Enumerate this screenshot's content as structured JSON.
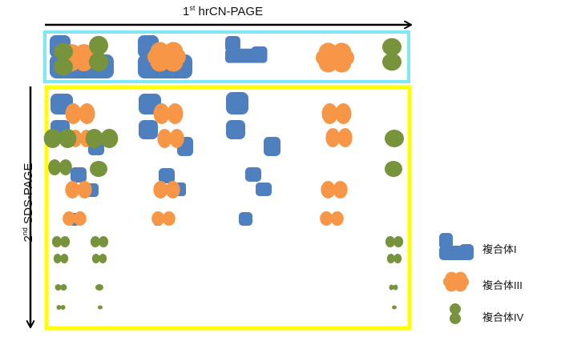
{
  "diagram": {
    "title_top": {
      "main": "1",
      "sup": "st",
      "rest": " hrCN-PAGE"
    },
    "title_left": {
      "main": "2",
      "sup": "nd",
      "rest": " SDS-PAGE"
    },
    "first_dimension_label": "1st hrCN-PAGE",
    "second_dimension_label": "2nd SDS-PAGE",
    "frames": {
      "first_dimension_frame_color": "#7ee8f5",
      "second_dimension_frame_color": "#ffff00"
    },
    "legend": [
      {
        "key": "complex-i",
        "label": "複合体I",
        "color": "#4e7fbf",
        "shape": "L-block"
      },
      {
        "key": "complex-iii",
        "label": "複合体III",
        "color": "#f79646",
        "shape": "four-lobe"
      },
      {
        "key": "complex-iv",
        "label": "複合体IV",
        "color": "#77933c",
        "shape": "double-dot"
      }
    ],
    "colors": {
      "complex_i": "#4e7fbf",
      "complex_iii": "#f79646",
      "complex_iv": "#77933c",
      "arrow": "#000000"
    },
    "lanes_first_dimension": [
      {
        "name": "supercomplex-I-III-IV",
        "contains": [
          "complex-i",
          "complex-iii",
          "complex-iv"
        ]
      },
      {
        "name": "supercomplex-I-III",
        "contains": [
          "complex-i",
          "complex-iii"
        ]
      },
      {
        "name": "complex-I",
        "contains": [
          "complex-i"
        ]
      },
      {
        "name": "complex-III-dimer",
        "contains": [
          "complex-iii"
        ]
      },
      {
        "name": "complex-IV",
        "contains": [
          "complex-iv"
        ]
      }
    ]
  }
}
